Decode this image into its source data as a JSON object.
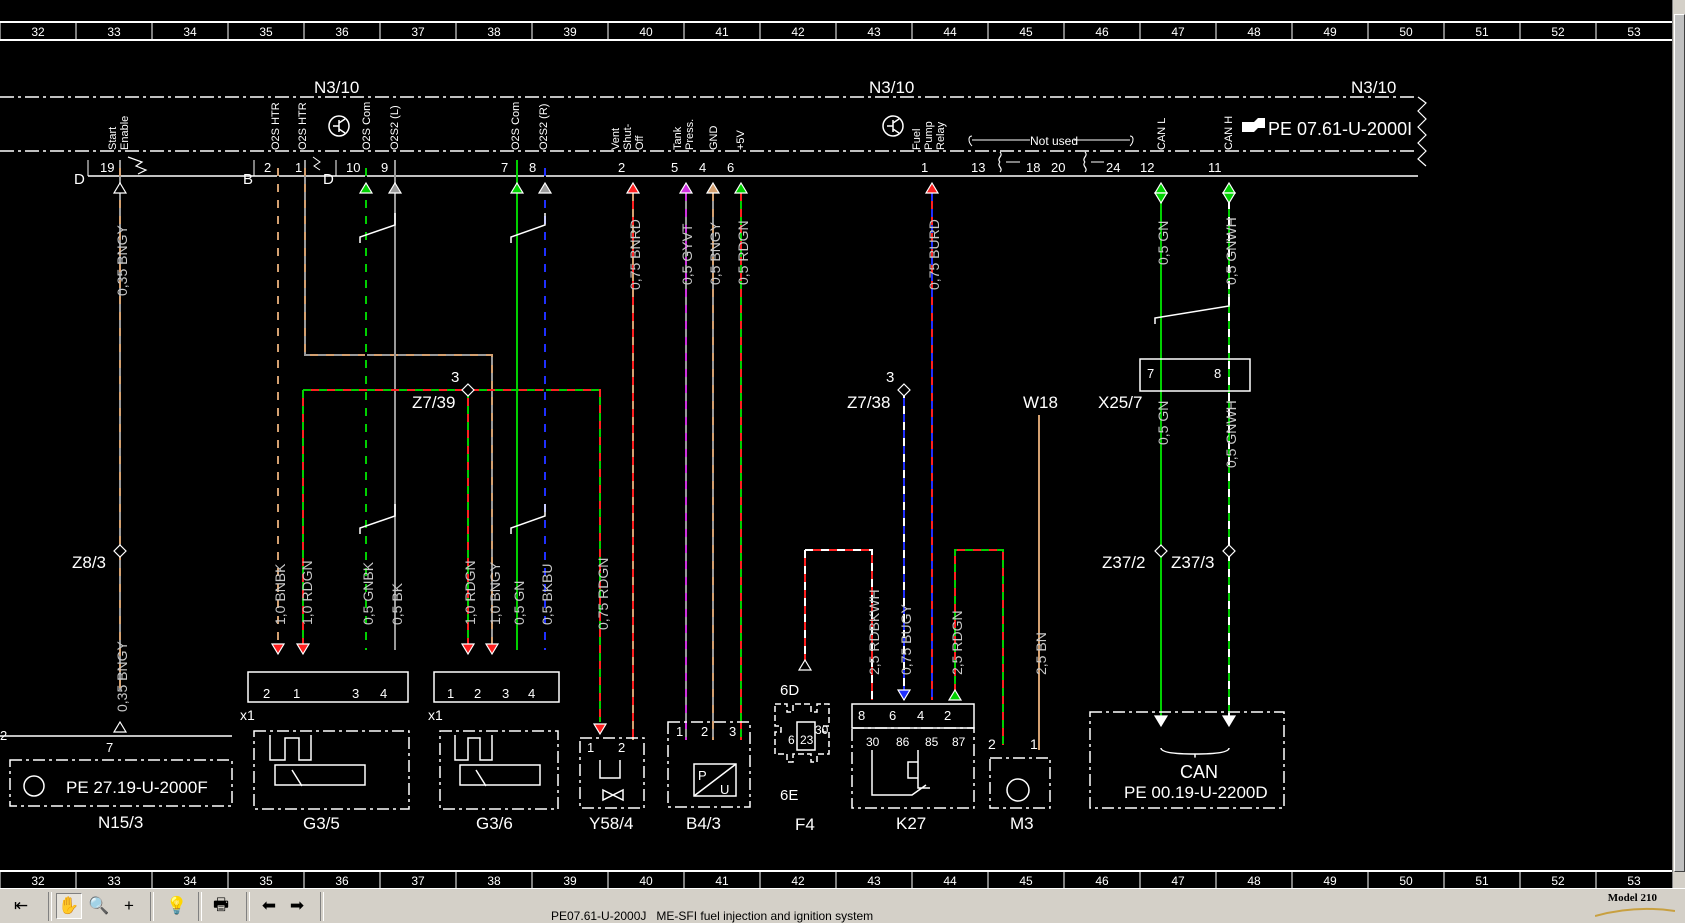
{
  "grid": {
    "columns": [
      "32",
      "33",
      "34",
      "35",
      "36",
      "37",
      "38",
      "39",
      "40",
      "41",
      "42",
      "43",
      "44",
      "45",
      "46",
      "47",
      "48",
      "49",
      "50",
      "51",
      "52",
      "53"
    ]
  },
  "connector": {
    "name_left": "N3/10",
    "name_mid": "N3/10",
    "name_right": "N3/10",
    "ref": "PE 07.61-U-2000I",
    "not_used": "Not used",
    "side_d1": "D",
    "side_b": "B",
    "side_d2": "D",
    "pins": {
      "p19": "19",
      "p2": "2",
      "p1": "1",
      "p10": "10",
      "p9": "9",
      "p7": "7",
      "p8": "8",
      "p2b": "2",
      "p5": "5",
      "p4": "4",
      "p6": "6",
      "p1b": "1",
      "p13": "13",
      "p18": "18",
      "p20": "20",
      "p24": "24",
      "p12": "12",
      "p11": "11"
    },
    "pin_labels": {
      "start_enable": [
        "Start",
        "Enable"
      ],
      "o2s_htr_1": "O2S HTR",
      "o2s_htr_2": "O2S HTR",
      "o2s_com_1": "O2S Com",
      "o2s2_l": "O2S2 (L)",
      "o2s_com_2": "O2S Com",
      "o2s2_r": "O2S2 (R)",
      "vent_shutoff": [
        "Vent",
        "Shut-",
        "Off"
      ],
      "tank_press": [
        "Tank",
        "Press."
      ],
      "gnd": "GND",
      "plus5v": "+5V",
      "fuel_pump_relay": [
        "Fuel",
        "Pump",
        "Relay"
      ],
      "can_l": "CAN L",
      "can_h": "CAN H"
    }
  },
  "wires": {
    "w_0_35_bngy_top": "0,35 BNGY",
    "w_0_35_bngy_bot": "0,35 BNGY",
    "w_0_75_bnrd": "0,75 BNRD",
    "w_0_5_gyvt": "0,5 GYVT",
    "w_0_5_bngy": "0,5 BNGY",
    "w_0_5_rdgn": "0,5 RDGN",
    "w_0_75_burd": "0,75 BURD",
    "w_0_5_gn_top": "0,5 GN",
    "w_0_5_gnwh_top": "0,5 GNWH",
    "w_0_5_gn_mid": "0,5 GN",
    "w_0_5_gnwh_mid": "0,5 GNWH",
    "g35_bnbk": "1,0 BNBK",
    "g35_rdgn": "1,0 RDGN",
    "g35_gnbk": "0,5 GNBK",
    "g35_bk": "0,5 BK",
    "g36_rdgn": "1,0 RDGN",
    "g36_bngy": "1,0 BNGY",
    "g36_gn": "0,5 GN",
    "g36_bkbu": "0,5 BKBU",
    "y58_rdgn": "0,75 RDGN",
    "f4_rdbkwh": "2,5 RDBKWH",
    "k27_bugy": "0,75 BUGY",
    "k27_rdgn": "2,5 RDGN",
    "m3_bn": "2,5 BN"
  },
  "components": {
    "n15_3": {
      "name": "N15/3",
      "ref": "PE 27.19-U-2000F",
      "pin": "7",
      "edge_pin": "2"
    },
    "g3_5": {
      "name": "G3/5",
      "conn": "x1",
      "pins": [
        "2",
        "1",
        "3",
        "4"
      ]
    },
    "g3_6": {
      "name": "G3/6",
      "conn": "x1",
      "pins": [
        "1",
        "2",
        "3",
        "4"
      ]
    },
    "y58_4": {
      "name": "Y58/4",
      "pins": [
        "1",
        "2"
      ]
    },
    "b4_3": {
      "name": "B4/3",
      "pins": [
        "1",
        "2",
        "3"
      ],
      "inner_p": "P",
      "inner_u": "U"
    },
    "f4": {
      "name": "F4",
      "top": "6D",
      "bottom": "6E",
      "pin_left": "6",
      "pin_mid": "23",
      "pin_right": "30"
    },
    "k27": {
      "name": "K27",
      "pins_top": [
        "8",
        "6",
        "4",
        "2"
      ],
      "pins_bottom": [
        "30",
        "86",
        "85",
        "87"
      ]
    },
    "m3": {
      "name": "M3",
      "pins": [
        "2",
        "1"
      ]
    },
    "can": {
      "label": "CAN",
      "ref": "PE 00.19-U-2200D"
    },
    "x25_7": {
      "name": "X25/7",
      "pins": [
        "7",
        "8"
      ]
    }
  },
  "splices": {
    "z8_3": "Z8/3",
    "z7_39": "Z7/39",
    "z7_39_num": "3",
    "z7_38": "Z7/38",
    "z7_38_num": "3",
    "w18": "W18",
    "z37_2": "Z37/2",
    "z37_3": "Z37/3"
  },
  "toolbar": {
    "icons": [
      "back-to-list-icon",
      "hand-pan-icon",
      "magnifier-icon",
      "crosshair-icon",
      "lightbulb-icon",
      "print-icon",
      "arrow-left-icon",
      "arrow-right-icon"
    ],
    "doc_code": "PE07.61-U-2000J",
    "doc_title": "ME-SFI fuel injection and ignition system",
    "model": "Model 210"
  },
  "colors": {
    "background": "#000000",
    "line": "#ffffff",
    "brown": "#d4a070",
    "gray": "#9a9a9a",
    "green": "#00d000",
    "red": "#ff2020",
    "blue": "#2030ff",
    "violet": "#d030e0",
    "wire_label": "#c8c8c8",
    "toolbar_bg": "#d4d0c8"
  }
}
